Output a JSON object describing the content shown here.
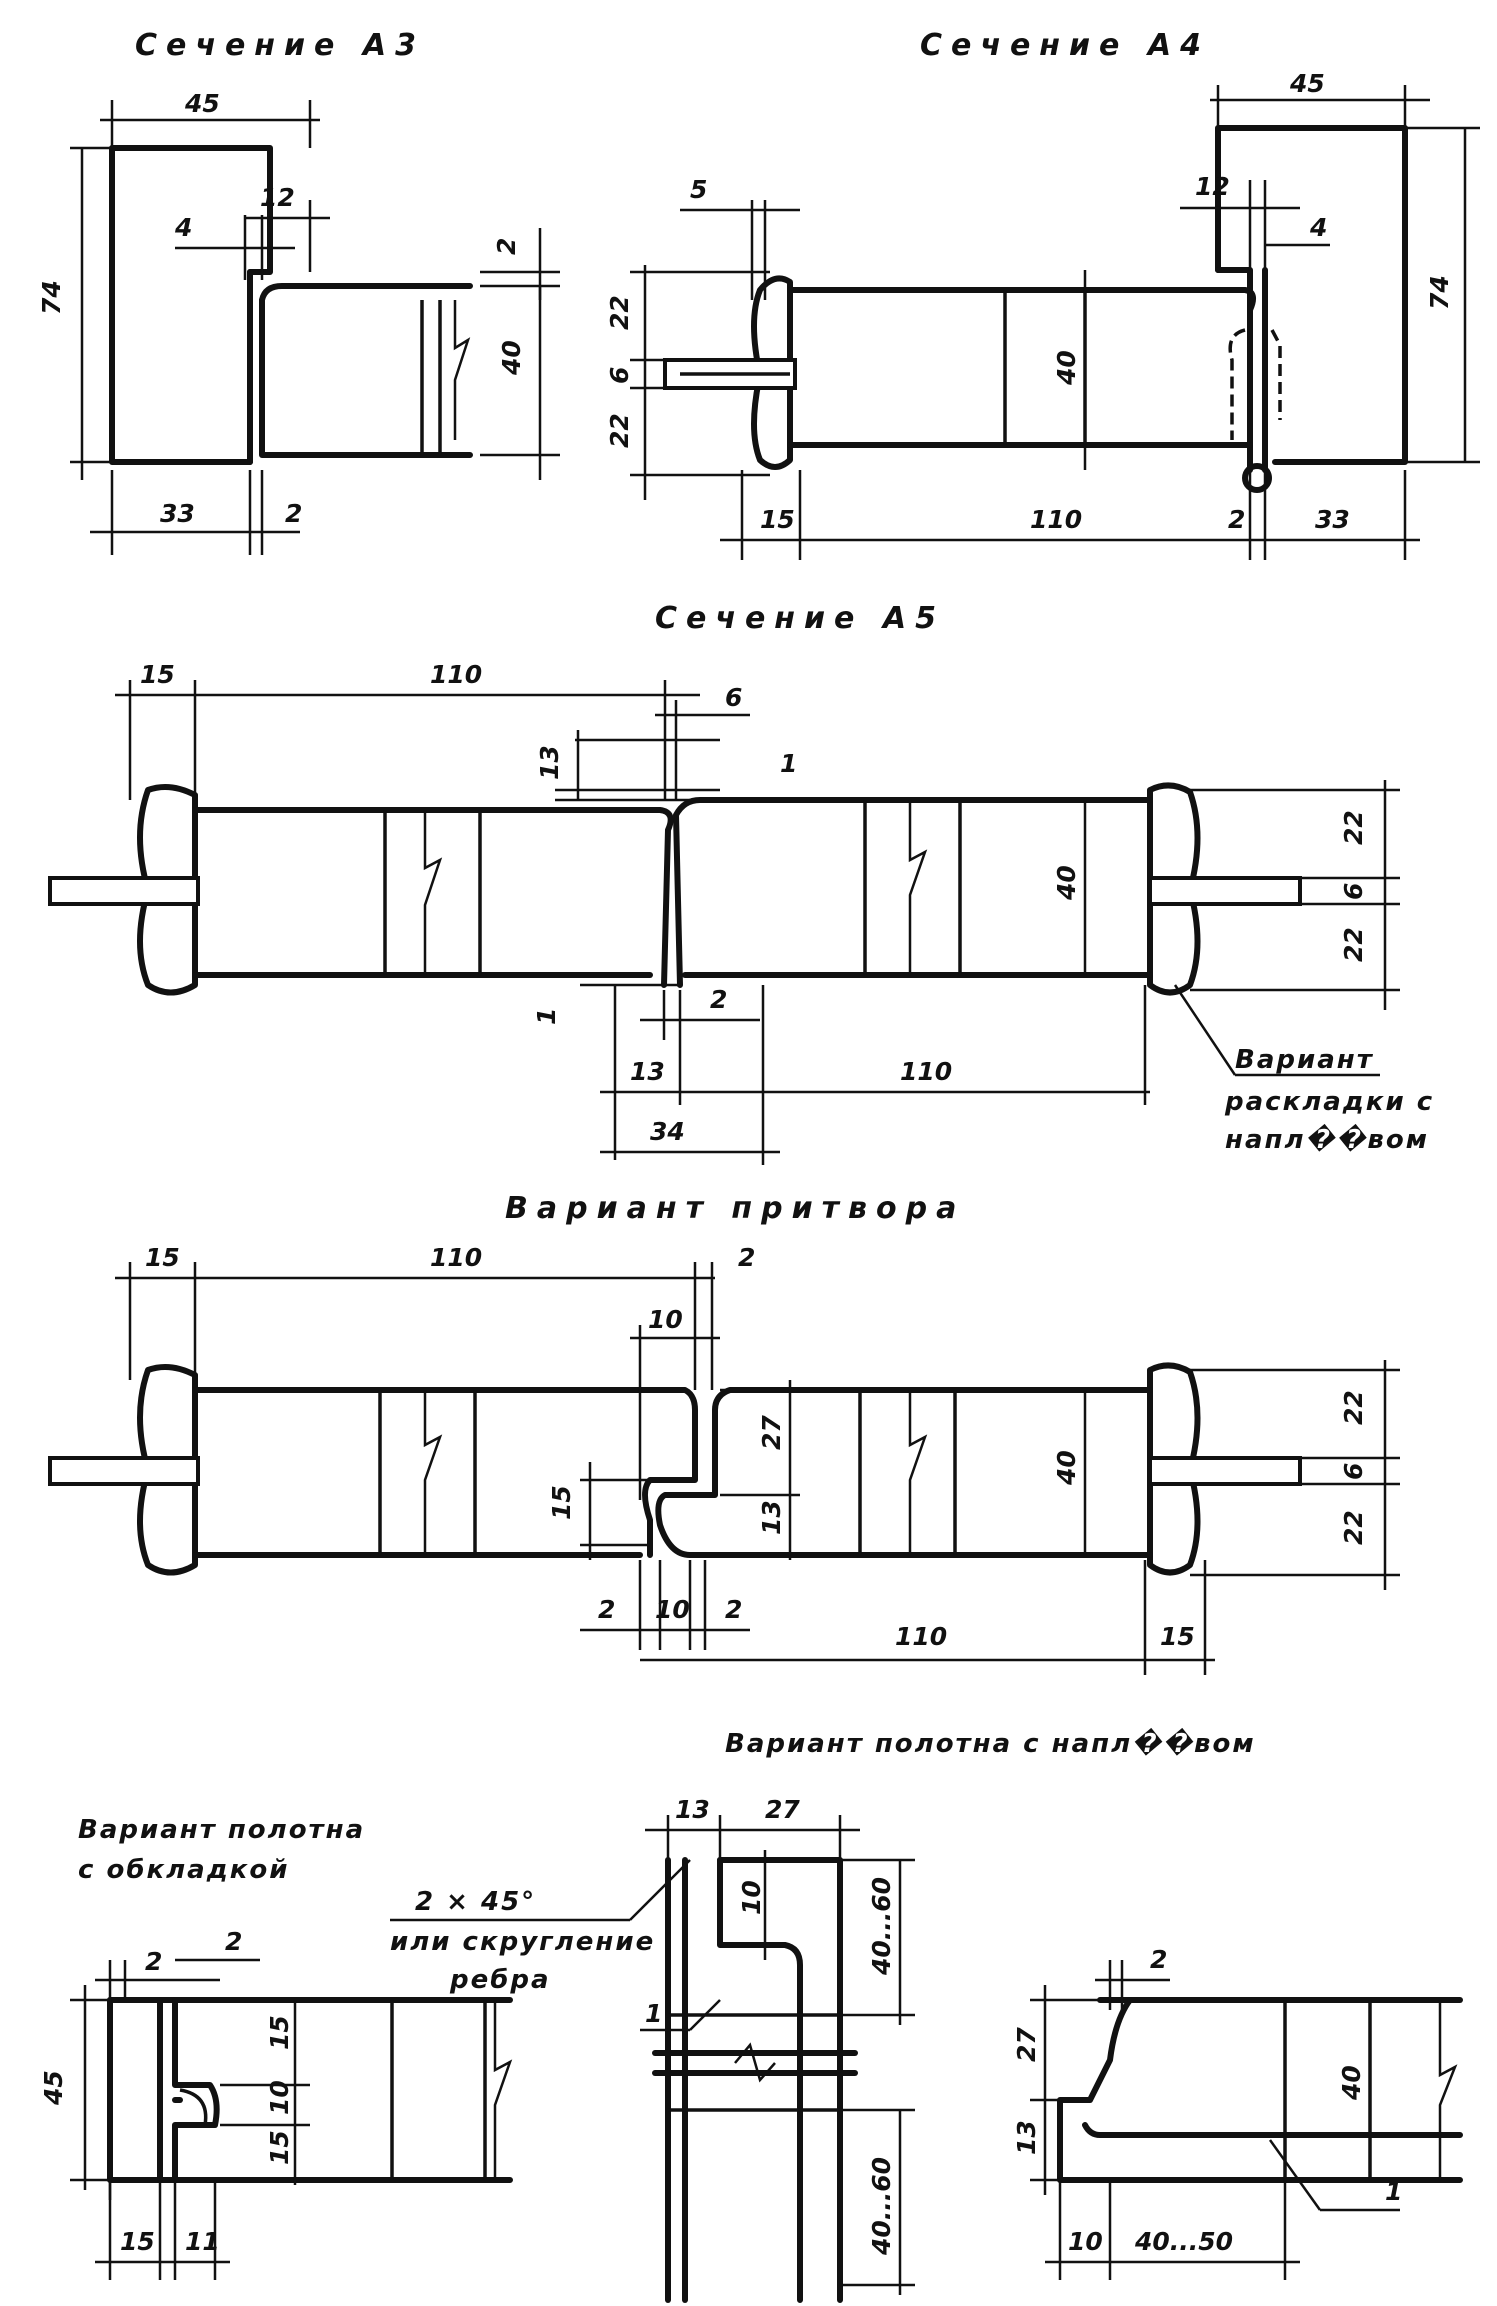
{
  "sections": {
    "a3": {
      "title": "Сечение А3",
      "dims": {
        "width": "45",
        "height": "74",
        "offset": "4",
        "rebate": "12",
        "gap_top": "2",
        "thickness": "40",
        "bottom_left": "33",
        "bottom_gap": "2"
      }
    },
    "a4": {
      "title": "Сечение А4",
      "dims": {
        "top_width": "45",
        "bead": "5",
        "rebate": "12",
        "offset": "4",
        "height": "74",
        "upper": "22",
        "glass": "6",
        "lower": "22",
        "thickness": "40",
        "left": "15",
        "span": "110",
        "gap": "2",
        "right": "33"
      }
    },
    "a5": {
      "title": "Сечение А5",
      "dims": {
        "left": "15",
        "span_top": "110",
        "gap_top": "6",
        "rebate_h": "13",
        "one_top": "1",
        "one_bottom": "1",
        "gap_bottom": "2",
        "thickness": "40",
        "upper": "22",
        "glass": "6",
        "lower": "22",
        "rebate_w": "13",
        "span_bottom": "110",
        "overall": "34"
      },
      "note": [
        "Вариант",
        "раскладки с",
        "напл��вом"
      ]
    },
    "pritvor": {
      "title": "Вариант притвора",
      "dims": {
        "left": "15",
        "span_top": "110",
        "gap_top": "2",
        "ten_top": "10",
        "step_h": "15",
        "h27": "27",
        "h13": "13",
        "thickness": "40",
        "upper": "22",
        "glass": "6",
        "lower": "22",
        "gap_l": "2",
        "ten_bottom": "10",
        "gap_r": "2",
        "span_bottom": "110",
        "right": "15"
      }
    },
    "obkladka": {
      "title": [
        "Вариант полотна",
        "с обкладкой"
      ],
      "dims": {
        "gap1": "2",
        "gap2": "2",
        "side_h": "45",
        "t1": "15",
        "t2": "10",
        "t3": "15",
        "bottom_l": "15",
        "bottom_r": "11"
      }
    },
    "naplav": {
      "title": "Вариант полотна с напл��вом",
      "chamfer": [
        "2 × 45°",
        "или скругление",
        "ребра"
      ],
      "vertical": {
        "top_l": "13",
        "top_r": "27",
        "ten": "10",
        "range_top": "40...60",
        "range_bottom": "40...60",
        "callout": "1"
      },
      "horizontal": {
        "gap": "2",
        "h27": "27",
        "h13": "13",
        "thickness": "40",
        "bottom_l": "10",
        "bottom_r": "40...50",
        "callout": "1"
      }
    }
  }
}
